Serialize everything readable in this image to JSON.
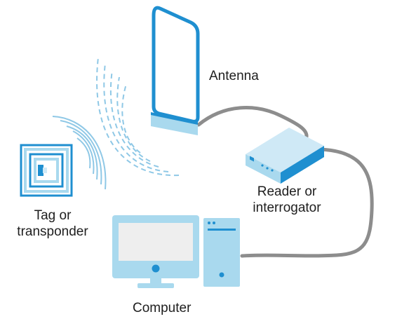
{
  "labels": {
    "antenna": "Antenna",
    "reader_line1": "Reader or",
    "reader_line2": "interrogator",
    "tag_line1": "Tag or",
    "tag_line2": "transponder",
    "computer": "Computer"
  },
  "colors": {
    "outline_blue": "#1f8fd0",
    "light_blue": "#a9d9ee",
    "pale_blue": "#cfe9f6",
    "wave_blue": "#8fc8e6",
    "cable_gray": "#8d8d8d",
    "screen_gray": "#eeeeee",
    "text": "#1e1e1e"
  }
}
